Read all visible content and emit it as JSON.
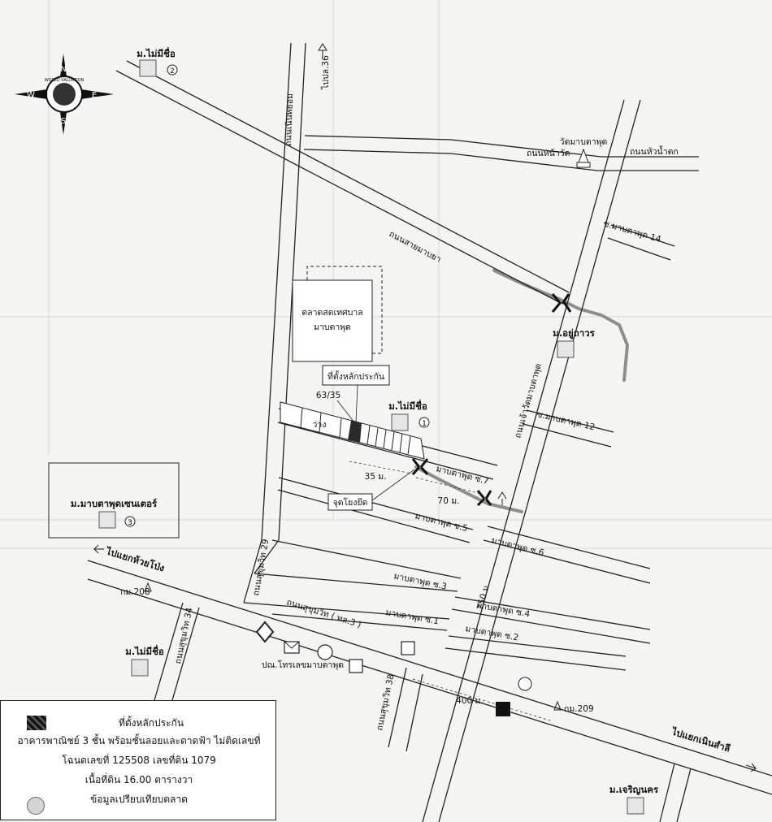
{
  "compass": {
    "n": "N",
    "e": "E",
    "s": "S",
    "w": "W",
    "brand": "WORLD VALUATION"
  },
  "villages": {
    "unnamed_top": "ม.ไม่มีชื่อ",
    "unnamed_mid": "ม.ไม่มีชื่อ",
    "unnamed_bottom": "ม.ไม่มีชื่อ",
    "center": "ม.มาบตาพุดเซนเตอร์",
    "yu_tawon": "ม.อยู่ถาวร",
    "charoen_nakhon": "ม.เจริญนคร"
  },
  "roads": {
    "to_pl36": "ไปปล.36",
    "nern_payom": "ถนนเนินพยอม",
    "na_wat": "ถนนหน้าวัด",
    "hua_namtok": "ถนนหัวน้ำตก",
    "sai_maptaphut": "ถนนสายมาบยา",
    "soi14": "ซ.มาบตาพุด 14",
    "soi12": "ซ.มาบตาพุด 12",
    "wat_maptaphut": "ถนนเจ้าวัดมาบตาพุด",
    "soi7": "มาบตาพุด ซ.7",
    "soi5": "มาบตาพุด ซ.5",
    "soi6": "มาบตาพุด ซ.6",
    "soi3": "มาบตาพุด ซ.3",
    "soi4": "มาบตาพุด ซ.4",
    "soi1": "มาบตาพุด ซ.1",
    "soi2": "มาบตาพุด ซ.2",
    "sukhumvit": "ถนนสุขุมวิท ( ทล.3 )",
    "sukhumvit29": "ถนนสุขุมวิท 29",
    "sukhumvit34": "ถนนสุขุมวิท 34",
    "sukhumvit38": "ถนนสุขุมวิท 38",
    "to_huai_pong": "ไปแยกห้วยโป่ง",
    "to_noen_samri": "ไปแยกเนินสำลี",
    "km208": "กม.208",
    "km209": "กม.209"
  },
  "places": {
    "wat": "วัดมาบตาพุด",
    "market_line1": "ตลาดสดเทศบาล",
    "market_line2": "มาบตาพุด",
    "collateral_label": "ที่ตั้งหลักประกัน",
    "lot_number": "63/35",
    "vacant": "ว่าง",
    "ref_point": "จุดโยงยึด",
    "post_office": "ปณ.โทรเลขมาบตาพุด"
  },
  "distances": {
    "d35": "35 ม.",
    "d70": "70 ม.",
    "d250": "250 ม.",
    "d400": "400 ม."
  },
  "legend": {
    "line1": "ที่ตั้งหลักประกัน",
    "line2": "อาคารพาณิชย์ 3 ชั้น พร้อมชั้นลอยและดาดฟ้า ไม่ติดเลขที่",
    "line3": "โฉนดเลขที่ 125508 เลขที่ดิน 1079",
    "line4": "เนื้อที่ดิน 16.00 ตารางวา",
    "line5": "ข้อมูลเปรียบเทียบตลาด"
  }
}
